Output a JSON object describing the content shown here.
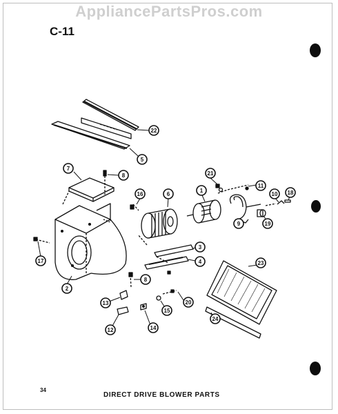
{
  "header": {
    "watermark": "AppliancePartsPros.com",
    "diagram_code": "C-11"
  },
  "footer": {
    "page_number": "34",
    "title": "DIRECT DRIVE BLOWER PARTS"
  },
  "callouts": [
    "22",
    "5",
    "7",
    "8",
    "16",
    "6",
    "1",
    "21",
    "11",
    "10",
    "18",
    "9",
    "19",
    "3",
    "4",
    "17",
    "2",
    "8",
    "23",
    "13",
    "20",
    "12",
    "14",
    "15",
    "24"
  ],
  "colors": {
    "ink": "#111111",
    "background": "#ffffff",
    "watermark": "#cfcfcf"
  }
}
